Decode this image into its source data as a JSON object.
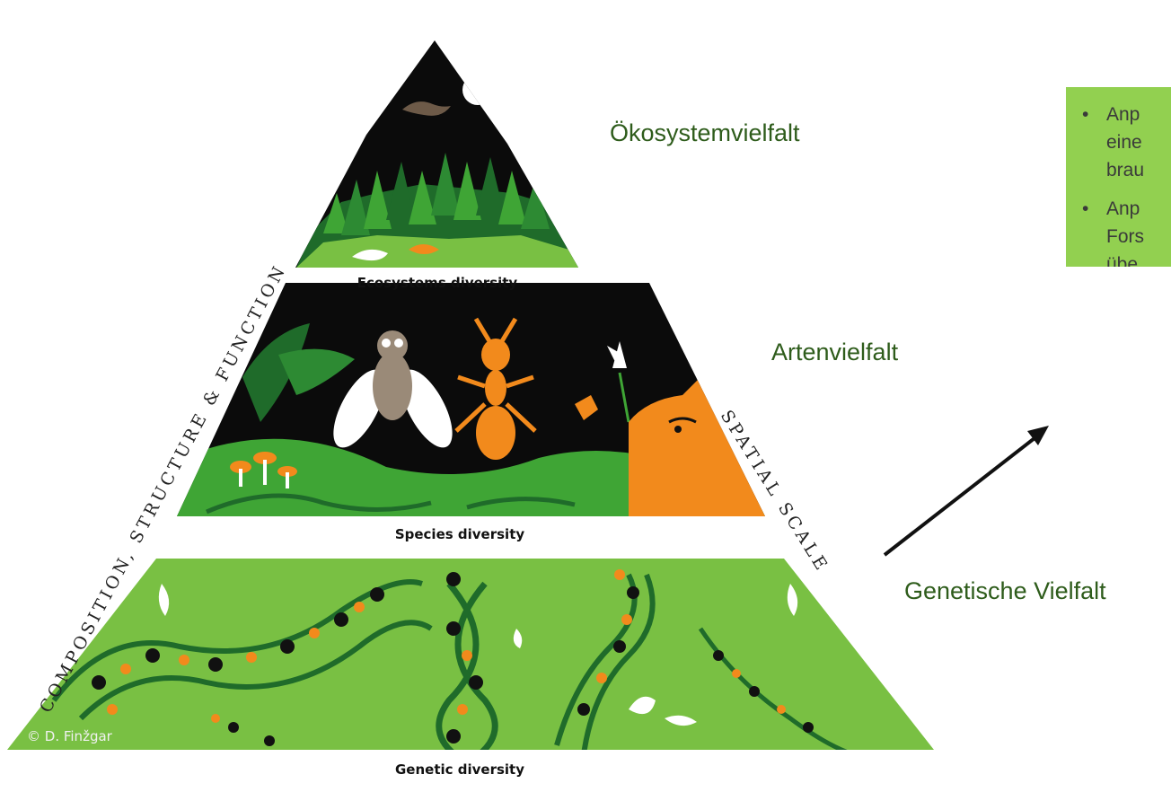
{
  "pyramid": {
    "tiers": [
      {
        "key": "ecosystems",
        "label": "Ecosystems diversity"
      },
      {
        "key": "species",
        "label": "Species diversity"
      },
      {
        "key": "genetic",
        "label": "Genetic diversity"
      }
    ],
    "left_side_text": "COMPOSITION, STRUCTURE & FUNCTION",
    "right_side_text": "SPATIAL SCALE",
    "credit": "© D. Finžgar",
    "colors": {
      "black": "#0b0b0b",
      "tree_dark": "#1f6b2a",
      "tree_light": "#3fa535",
      "lime": "#79c043",
      "orange": "#f28a1c",
      "insect_brown": "#9a8a78"
    }
  },
  "labels": {
    "ecosystem": "Ökosystemvielfalt",
    "species": "Artenvielfalt",
    "genetic": "Genetische Vielfalt"
  },
  "note": {
    "bullets": [
      {
        "text": "Anp\neine\nbrau"
      },
      {
        "text": "Anp\nFors\nübe"
      }
    ],
    "bullet_char": "•"
  },
  "arrow": {
    "color": "#111111"
  }
}
